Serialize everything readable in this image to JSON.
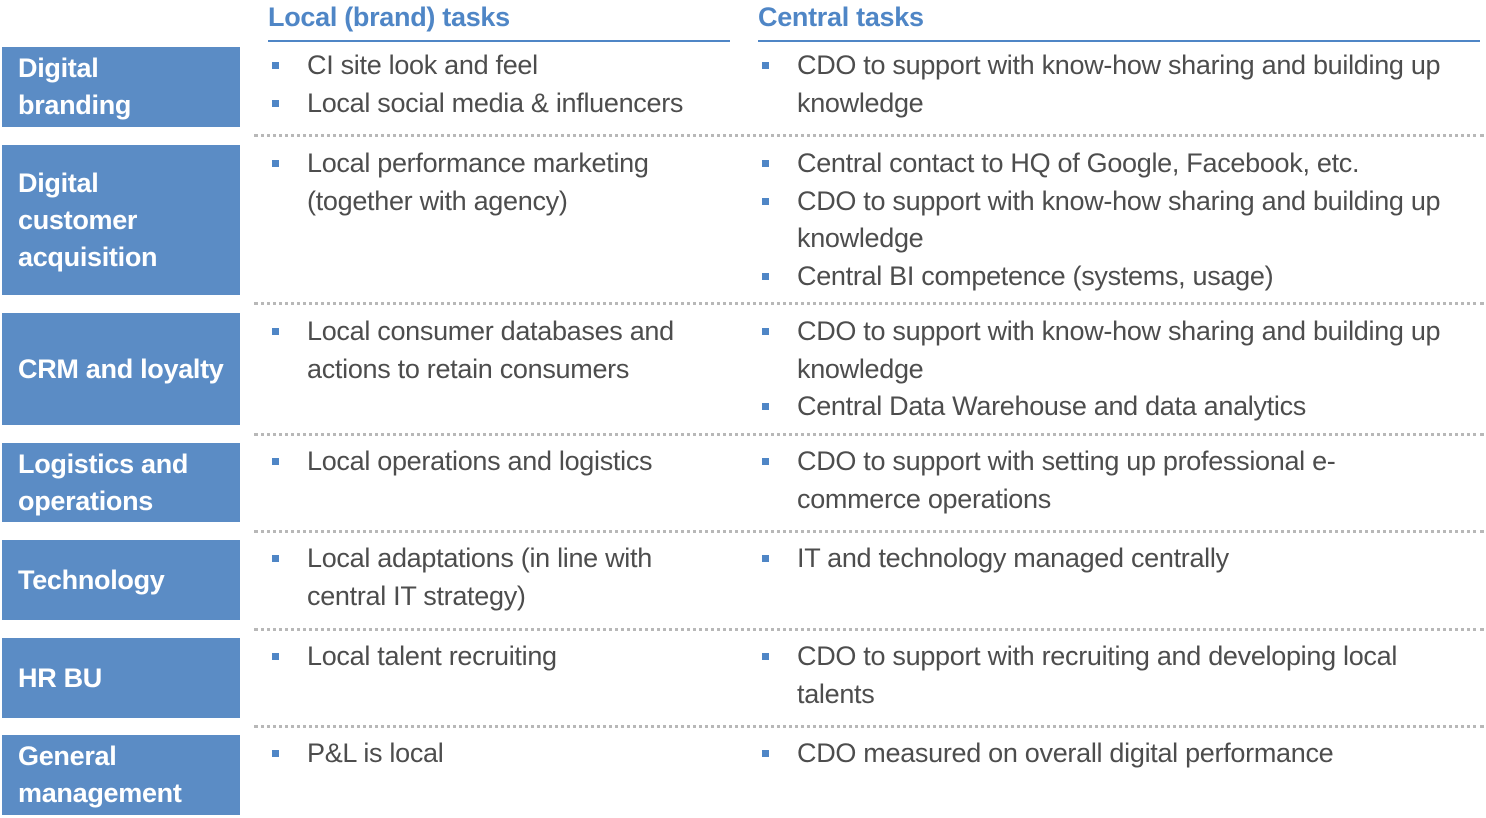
{
  "header": {
    "local_title": "Local (brand) tasks",
    "central_title": "Central tasks"
  },
  "colors": {
    "accent": "#4f86c6",
    "label_bg": "#5b8cc5",
    "body_text": "#4d4d4d",
    "separator": "#b8b8b8"
  },
  "rows": [
    {
      "label": "Digital branding",
      "local": [
        "CI site look and feel",
        "Local social media & influencers"
      ],
      "central": [
        "CDO to support with know-how sharing and building up knowledge"
      ]
    },
    {
      "label": "Digital customer acquisition",
      "local": [
        "Local performance marketing (together with agency)"
      ],
      "central": [
        "Central contact to HQ of Google, Facebook, etc.",
        "CDO to support with know-how sharing and building up knowledge",
        "Central BI competence (systems, usage)"
      ]
    },
    {
      "label": "CRM and loyalty",
      "local": [
        "Local consumer databases and actions to retain consumers"
      ],
      "central": [
        "CDO to support with know-how sharing and building up knowledge",
        "Central Data Warehouse and data analytics"
      ]
    },
    {
      "label": "Logistics and operations",
      "local": [
        "Local operations and logistics"
      ],
      "central": [
        "CDO to support with setting up professional e-commerce operations"
      ]
    },
    {
      "label": "Technology",
      "local": [
        "Local adaptations (in line with central IT strategy)"
      ],
      "central": [
        "IT and technology managed centrally"
      ]
    },
    {
      "label": "HR BU",
      "local": [
        "Local talent recruiting"
      ],
      "central": [
        "CDO to support with recruiting and developing local talents"
      ]
    },
    {
      "label": "General management",
      "local": [
        "P&L is local"
      ],
      "central": [
        "CDO measured on overall digital performance"
      ]
    }
  ]
}
